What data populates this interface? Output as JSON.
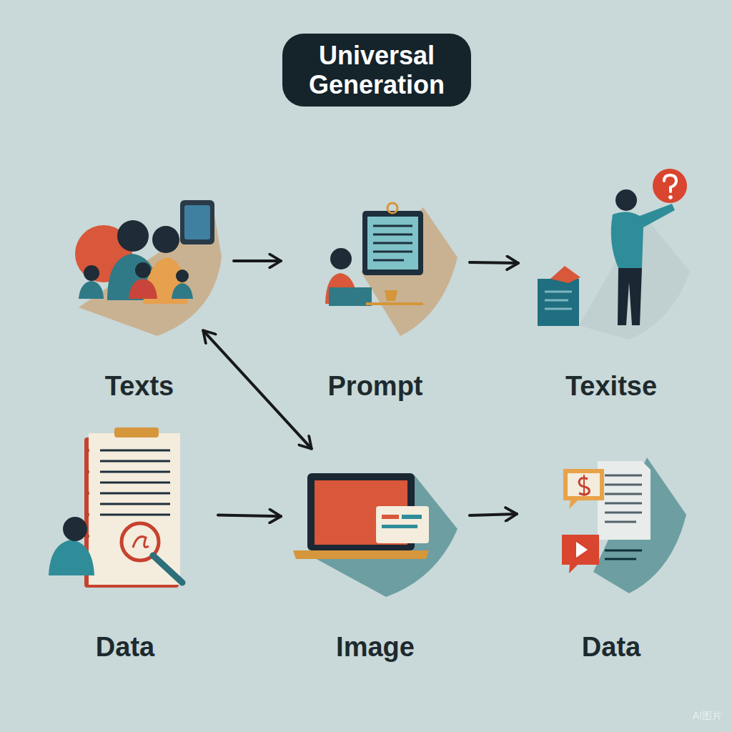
{
  "diagram": {
    "title": "Universal Generation",
    "nodes": [
      {
        "text": [
          "Texts"
        ]
      },
      {
        "text": [
          "Prompt"
        ]
      },
      {
        "text": [
          "Texitse"
        ]
      },
      {
        "text": [
          "Data"
        ]
      },
      {
        "text": [
          "Image"
        ]
      },
      {
        "text": [
          "Data"
        ]
      }
    ],
    "edges": [
      {
        "from": 0,
        "to": 1,
        "arrow": "to"
      },
      {
        "from": 1,
        "to": 2,
        "arrow": "to"
      },
      {
        "from": 0,
        "to": 4,
        "arrow": "both"
      },
      {
        "from": 3,
        "to": 4,
        "arrow": "to"
      },
      {
        "from": 4,
        "to": 5,
        "arrow": "to"
      }
    ],
    "labels": [
      "AI图片"
    ]
  }
}
